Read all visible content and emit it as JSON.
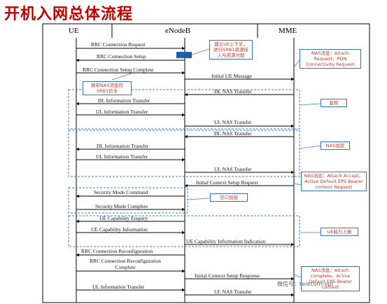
{
  "title": "开机入网总体流程",
  "entities": [
    "UE",
    "eNodeB",
    "MME"
  ],
  "messages": [
    {
      "label": "RRC Connection Request"
    },
    {
      "label": "RRC Connection Setup"
    },
    {
      "label": "RRC Connection Setup Complete"
    },
    {
      "label": "Initial UE Message"
    },
    {
      "label": "DL NAS Transfer"
    },
    {
      "label": "DL Information Transfer"
    },
    {
      "label": "UL Information Transfer"
    },
    {
      "label": "UL NAS Transfer"
    },
    {
      "label": "DL NAS Transfer"
    },
    {
      "label": "DL Information Transfer"
    },
    {
      "label": "UL Information Transfer"
    },
    {
      "label": "UL NAS Transfer"
    },
    {
      "label": "Initial Context Setup Request"
    },
    {
      "label": "Security Mode Command"
    },
    {
      "label": "Security Mode Complete"
    },
    {
      "label": "UE Capability Enquiry"
    },
    {
      "label": "UE Capability Information"
    },
    {
      "label": "UE Capability Information Indication"
    },
    {
      "label": "RRC Connection Reconfiguration"
    },
    {
      "label": "RRC Connection Reconfiguration Complete"
    },
    {
      "label": "Initial Context Setup Response"
    },
    {
      "label": "UL Information Transfer"
    },
    {
      "label": "UL NAS Transfer"
    }
  ],
  "notes": [
    "建立UE上下文，进行SRB1资源接入与资源分配",
    "NAS消息：Attach Request、PDN Connectivity Request",
    "携带NAS消息的SRB1信令",
    "鉴权",
    "NAS加密",
    "NAS消息：Attach Accept、Active Default EPS Bearer context Request",
    "空口加密",
    "UE能力上报",
    "NAS消息：Attach complete、Active Default EPS Bearer context"
  ],
  "watermark": "微信号：telecom-opt"
}
